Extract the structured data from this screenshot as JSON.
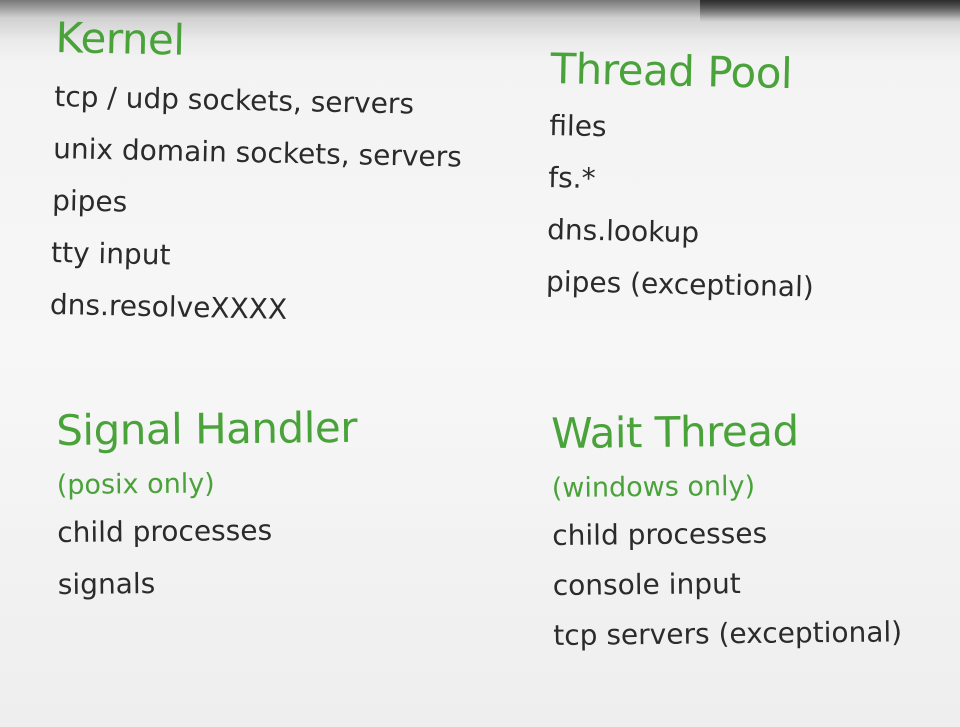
{
  "kernel": {
    "title": "Kernel",
    "items": [
      "tcp / udp sockets, servers",
      "unix domain sockets, servers",
      "pipes",
      "tty input",
      "dns.resolveXXXX"
    ]
  },
  "thread_pool": {
    "title": "Thread Pool",
    "items": [
      "files",
      "fs.*",
      "dns.lookup",
      "pipes (exceptional)"
    ]
  },
  "signal_handler": {
    "title": "Signal Handler",
    "note": "(posix only)",
    "items": [
      "child processes",
      "signals"
    ]
  },
  "wait_thread": {
    "title": "Wait Thread",
    "note": "(windows only)",
    "items": [
      "child processes",
      "console input",
      "tcp servers (exceptional)"
    ]
  },
  "colors": {
    "heading": "#4aa33a",
    "text": "#2b2b2b",
    "background": "#f5f5f5"
  }
}
